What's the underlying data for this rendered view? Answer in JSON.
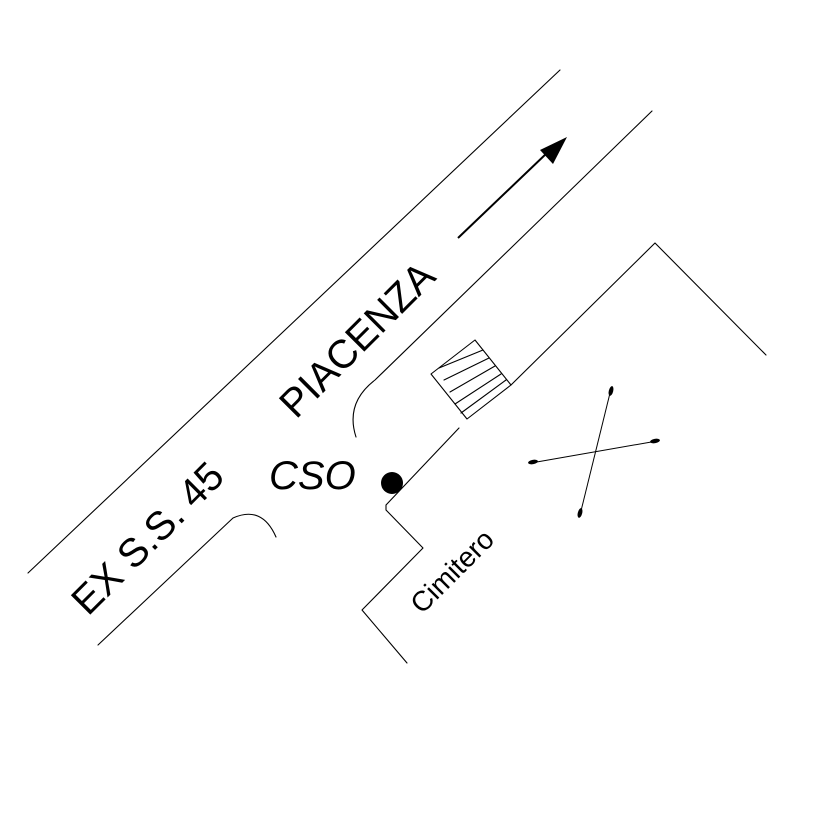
{
  "map": {
    "road_label": "EX S.S. 45",
    "direction_label": "PIACENZA",
    "point_label": "CSO",
    "area_label": "Cimitero",
    "colors": {
      "ink": "#000000",
      "background": "#ffffff"
    },
    "icons": [
      "direction-arrow-icon",
      "point-marker-icon",
      "cemetery-cross-icon",
      "stairs-icon"
    ]
  }
}
